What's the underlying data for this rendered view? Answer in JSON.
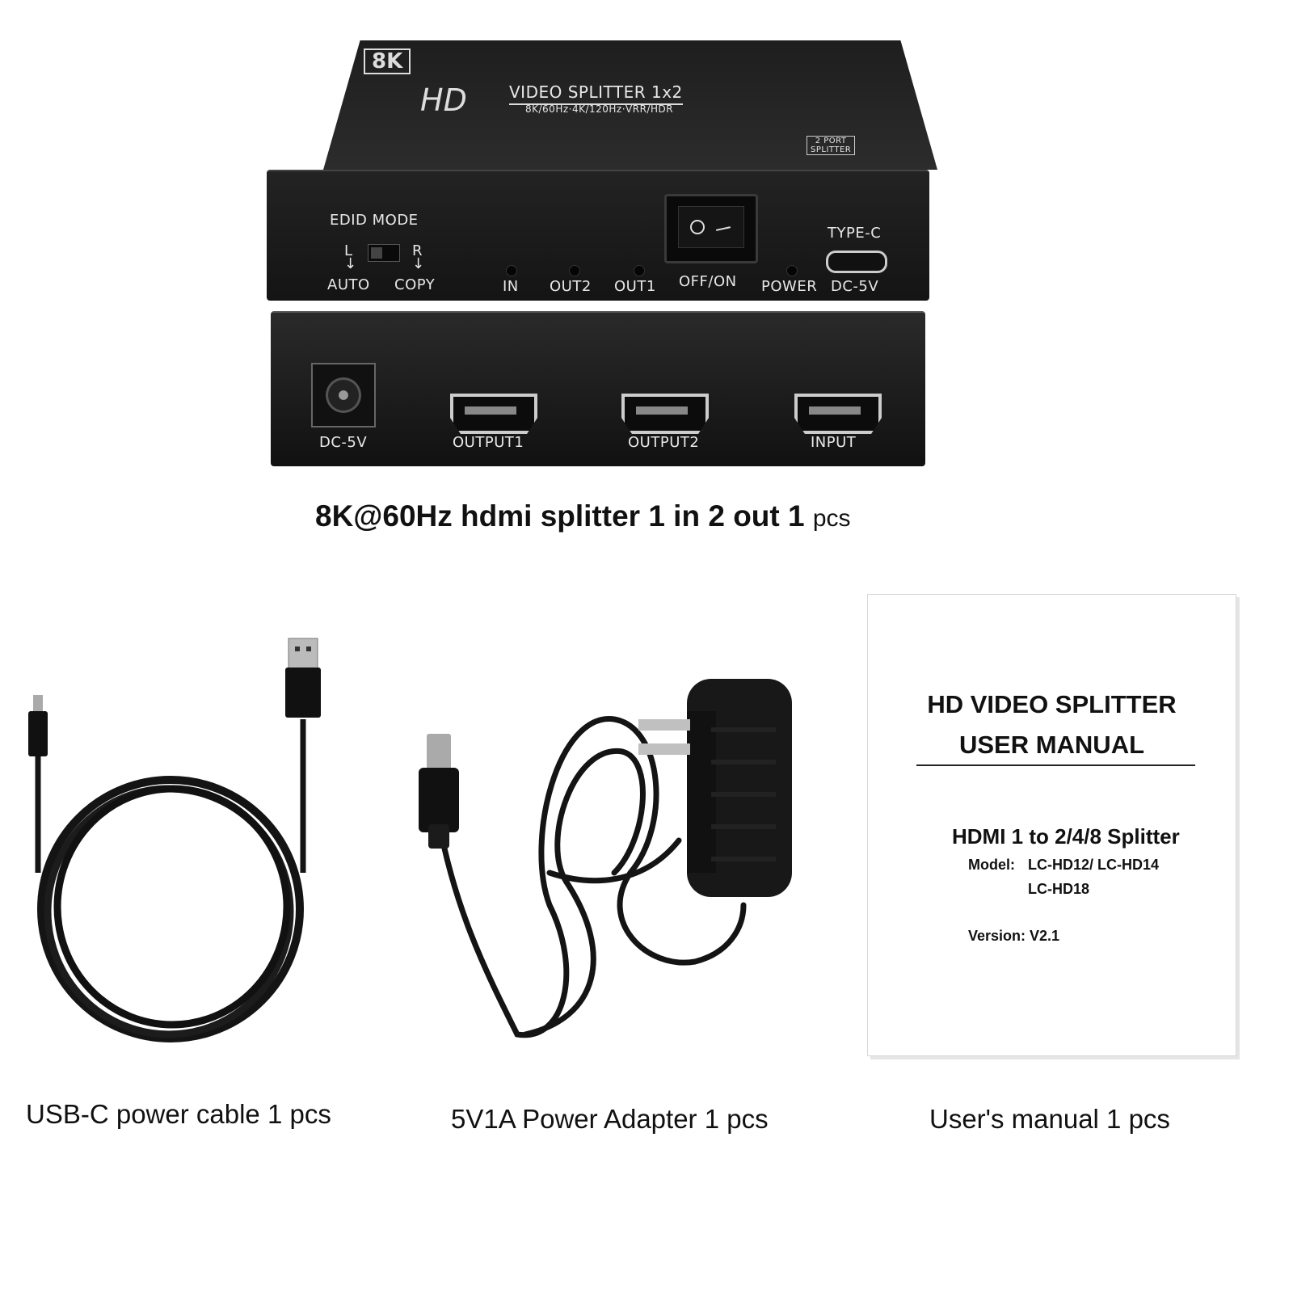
{
  "device": {
    "badge": "8K",
    "brand": "HD",
    "product_line": "VIDEO SPLITTER  1x2",
    "spec_line": "8K/60Hz·4K/120Hz·VRR/HDR",
    "port_tag_top": "2 PORT",
    "port_tag_bottom": "SPLITTER",
    "front_panel": {
      "edid_mode": "EDID MODE",
      "left_letter": "L",
      "right_letter": "R",
      "auto": "AUTO",
      "copy": "COPY",
      "led_in": "IN",
      "led_out2": "OUT2",
      "led_out1": "OUT1",
      "switch_label": "OFF/ON",
      "led_power": "POWER",
      "typec_label": "TYPE-C",
      "typec_sub": "DC-5V"
    },
    "back_panel": {
      "dc_label": "DC-5V",
      "output1": "OUTPUT1",
      "output2": "OUTPUT2",
      "input": "INPUT"
    }
  },
  "captions": {
    "splitter_main": "8K@60Hz hdmi splitter 1 in 2 out  1",
    "splitter_unit": "pcs",
    "cable": "USB-C power cable 1 pcs",
    "adapter": "5V1A Power Adapter 1 pcs",
    "manual": "User's manual 1 pcs"
  },
  "manual": {
    "title_line1": "HD VIDEO SPLITTER",
    "title_line2": "USER MANUAL",
    "product": "HDMI   1 to 2/4/8 Splitter",
    "model_label": "Model:",
    "model_line1": "LC-HD12/ LC-HD14",
    "model_line2": "LC-HD18",
    "version": "Version: V2.1"
  },
  "colors": {
    "device_body": "#1a1a1a",
    "silkscreen": "#e8e8e8",
    "cable": "#141414",
    "paper": "#ffffff"
  }
}
